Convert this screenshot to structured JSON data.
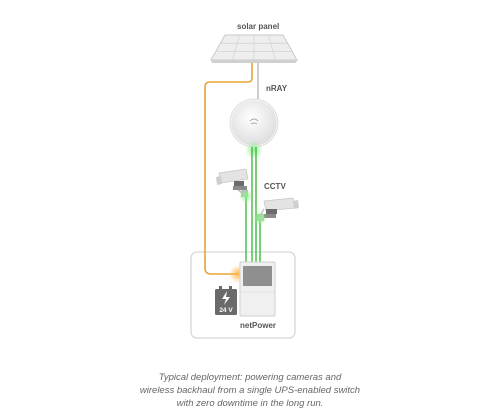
{
  "labels": {
    "solar_panel": "solar panel",
    "nray": "nRAY",
    "cctv": "CCTV",
    "netpower": "netPower",
    "battery_voltage": "24 V"
  },
  "caption": [
    "Typical deployment: powering cameras and",
    "wireless backhaul from a single UPS-enabled switch",
    "with zero downtime in the long run."
  ],
  "colors": {
    "power_line": "#e5a53a",
    "data_line": "#3dbb3d",
    "glow": "#7be87b",
    "device": "#e9e9e9",
    "enclosure_border": "#d7d7d7",
    "battery": "#6a6a6a"
  }
}
